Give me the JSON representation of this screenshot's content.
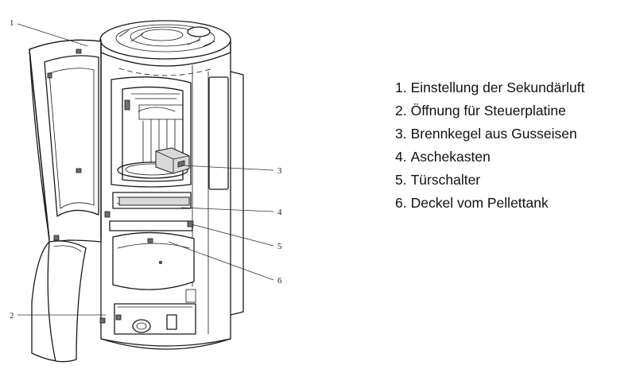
{
  "legend": [
    {
      "number": "1",
      "text": "Einstellung der Sekundärluft"
    },
    {
      "number": "2",
      "text": "Öffnung für Steuerplatine"
    },
    {
      "number": "3",
      "text": "Brennkegel aus Gusseisen"
    },
    {
      "number": "4",
      "text": "Aschekasten"
    },
    {
      "number": "5",
      "text": "Türschalter"
    },
    {
      "number": "6",
      "text": "Deckel vom Pellettank"
    }
  ]
}
